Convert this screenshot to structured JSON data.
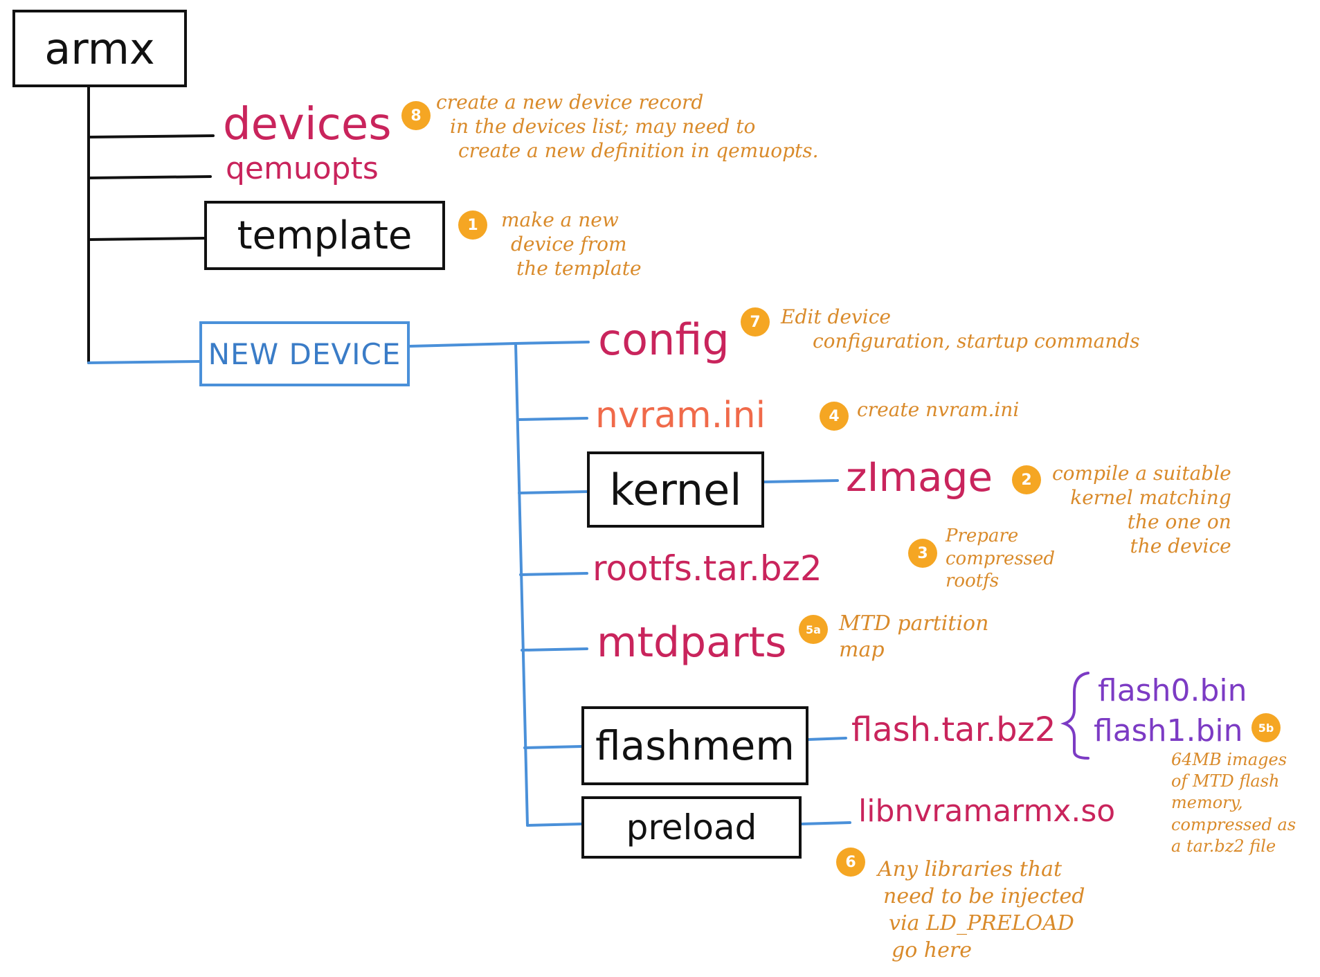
{
  "colors": {
    "tree_black": "#111111",
    "tree_blue": "#4a90d9",
    "file_pink": "#c9245c",
    "file_orange": "#f06a4a",
    "note_orange": "#d98a2a",
    "badge": "#f5a623",
    "purple": "#7c3bc4"
  },
  "root": {
    "label": "armx"
  },
  "top_items": {
    "devices": "devices",
    "qemuopts": "qemuopts",
    "template": "template",
    "new_device": "NEW DEVICE"
  },
  "device_items": {
    "config": "config",
    "nvram_ini": "nvram.ini",
    "kernel": "kernel",
    "zimage": "zImage",
    "rootfs": "rootfs.tar.bz2",
    "mtdparts": "mtdparts",
    "flashmem": "flashmem",
    "flash_tar": "flash.tar.bz2",
    "flash0": "flash0.bin",
    "flash1": "flash1.bin",
    "preload": "preload",
    "libnvram": "libnvramarmx.so"
  },
  "notes": {
    "n8": {
      "badge": "8",
      "lines": [
        "create a new device record",
        "in the devices list; may need to",
        "create a new definition in qemuopts."
      ]
    },
    "n1": {
      "badge": "1",
      "lines": [
        "make a new",
        "device from",
        "the template"
      ]
    },
    "n7": {
      "badge": "7",
      "lines": [
        "Edit device",
        "configuration, startup commands"
      ]
    },
    "n4": {
      "badge": "4",
      "lines": [
        "create nvram.ini"
      ]
    },
    "n2": {
      "badge": "2",
      "lines": [
        "compile a suitable",
        "kernel matching",
        "the one on",
        "the device"
      ]
    },
    "n3": {
      "badge": "3",
      "lines": [
        "Prepare",
        "compressed",
        "rootfs"
      ]
    },
    "n5a": {
      "badge": "5a",
      "lines": [
        "MTD partition",
        "map"
      ]
    },
    "n5b": {
      "badge": "5b",
      "lines": [
        "64MB images",
        "of MTD flash",
        "memory,",
        "compressed as",
        "a tar.bz2 file"
      ]
    },
    "n6": {
      "badge": "6",
      "lines": [
        "Any libraries that",
        "need to be injected",
        "via LD_PRELOAD",
        "go here"
      ]
    }
  }
}
